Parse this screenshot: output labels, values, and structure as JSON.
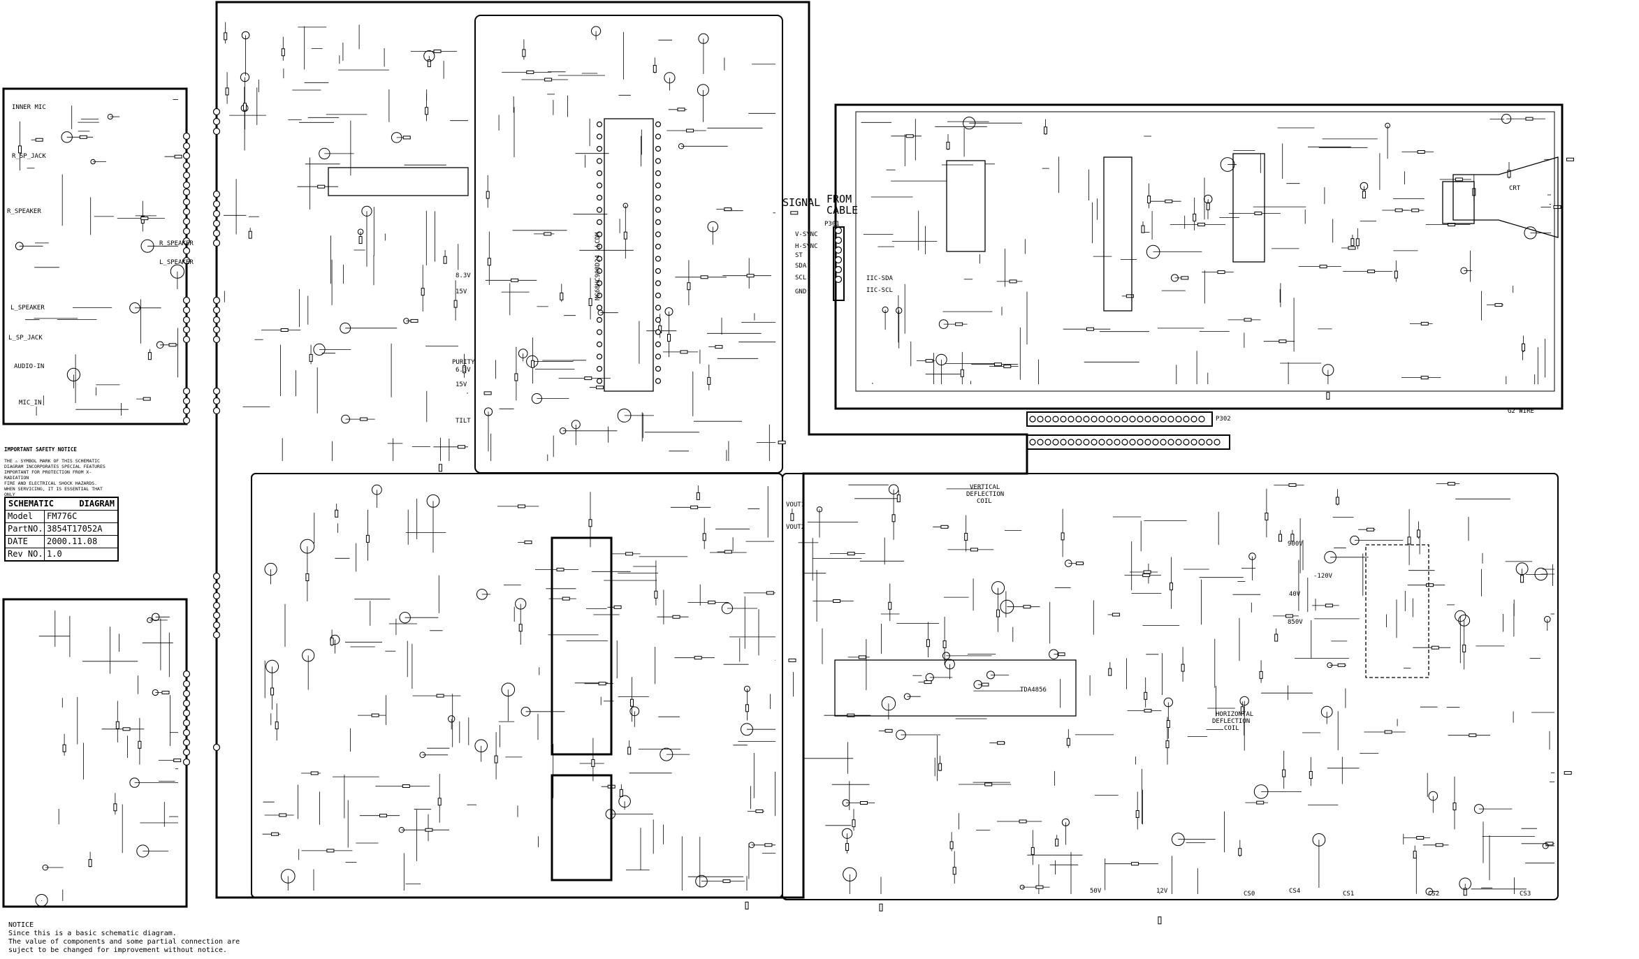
{
  "labels": {
    "inner_mic": "INNER MIC",
    "r_sp_jack": "R_SP_JACK",
    "r_speaker": "R_SPEAKER",
    "l_speaker": "L_SPEAKER",
    "l_sp_jack": "L_SP_JACK",
    "audio_in": "AUDIO-IN",
    "mic_in": "MIC_IN",
    "r_speaker_net": "R_SPEAKER",
    "l_speaker_net": "L_SPEAKER",
    "signal": "SIGNAL",
    "from_cable": "FROM\nCABLE",
    "p301": "P301",
    "p302": "P302",
    "crt": "CRT",
    "g2_wire": "G2 WIRE",
    "vertical_deflection_coil": "VERTICAL\nDEFLECTION\nCOIL",
    "horizontal_deflection_coil": "HORIZONTAL\nDEFLECTION\nCOIL",
    "tda4856": "TDA4856",
    "mcu": "MC68HC908D24 LLCDM",
    "v_sync": "V-SYNC",
    "h_sync": "H-SYNC",
    "st": "ST",
    "sda": "SDA",
    "scl": "SCL",
    "gnd": "GND",
    "vout1": "VOUT1",
    "vout2": "VOUT2",
    "purity": "PURITY",
    "tilt": "TILT",
    "v_8_3": "8.3V",
    "v_15": "15V",
    "v_6_3": "6.3V",
    "v_12": "12V",
    "v_50": "50V",
    "v_40": "40V",
    "v_120": "-120V",
    "v_900": "900V",
    "v_850": "850V",
    "cs0": "CS0",
    "cs1": "CS1",
    "cs2": "CS2",
    "cs3": "CS3",
    "cs4": "CS4",
    "iic_sda": "IIC-SDA",
    "iic_scl": "IIC-SCL"
  },
  "title_block": {
    "heading_left": "SCHEMATIC",
    "heading_right": "DIAGRAM",
    "rows": [
      {
        "key": "Model",
        "value": "FM776C"
      },
      {
        "key": "PartNO.",
        "value": "3854T17052A"
      },
      {
        "key": "DATE",
        "value": "2000.11.08"
      },
      {
        "key": "Rev NO.",
        "value": "1.0"
      }
    ]
  },
  "safety_notice": {
    "title": "IMPORTANT SAFETY NOTICE",
    "body": "THE ⚠ SYMBOL MARK OF THIS SCHEMATIC\nDIAGRAM INCORPORATES SPECIAL FEATURES\nIMPORTANT FOR PROTECTION FROM X-RADIATION\nFIRE AND ELECTRICAL SHOCK HAZARDS.\nWHEN SERVICING, IT IS ESSENTIAL THAT ONLY\nMANUFACTURER SPECIFIED PARTS BE USED FOR\nTHE CRITICAL COMPONENTS IN THE ⚠ SYMBOL\nMARK OF THE SCHEMATIC."
  },
  "notice": {
    "title": "NOTICE",
    "lines": [
      "Since this is a basic schematic diagram.",
      "The value of components and some partial connection are",
      "suject to be changed for improvement without notice."
    ]
  }
}
